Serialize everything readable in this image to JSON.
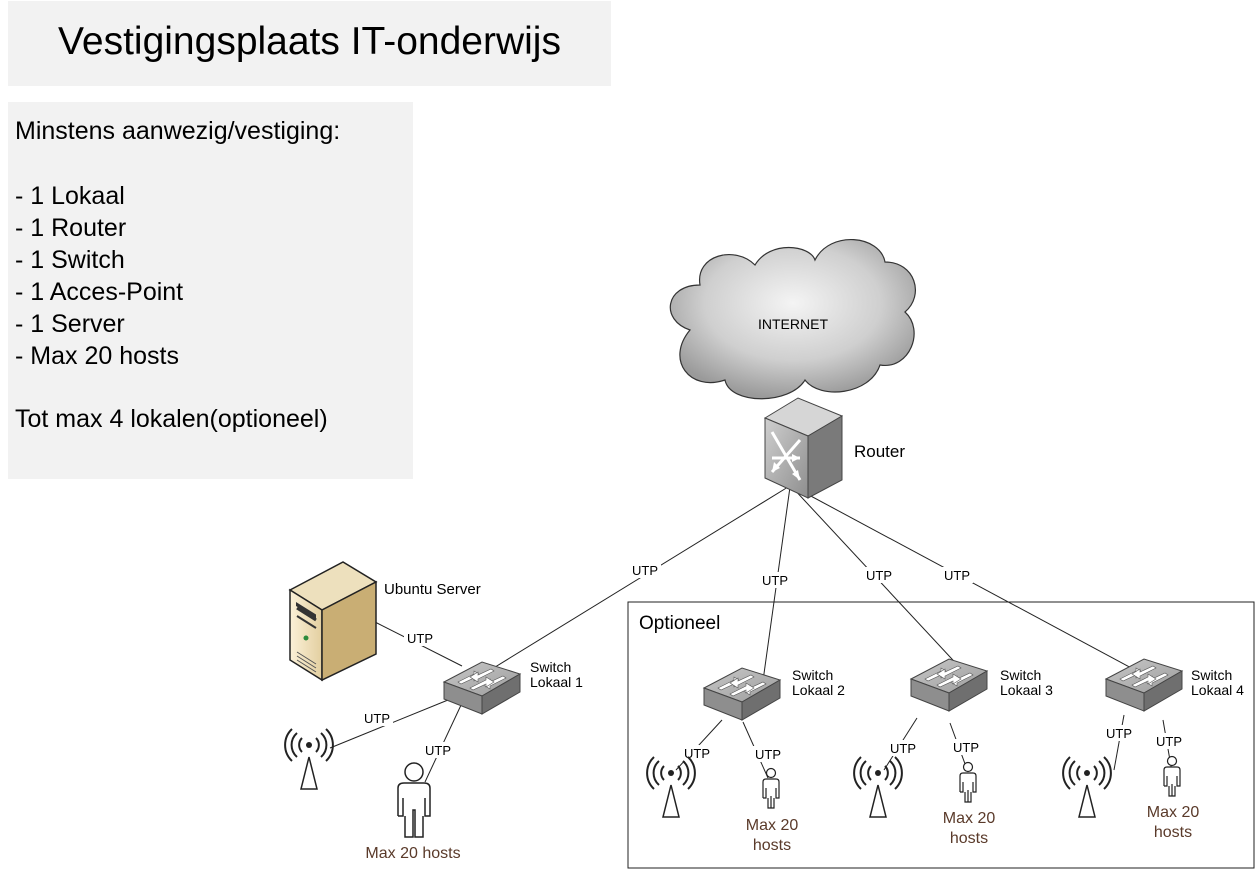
{
  "title": "Vestigingsplaats IT-onderwijs",
  "requirements": {
    "heading": "Minstens aanwezig/vestiging:",
    "items": [
      "- 1 Lokaal",
      "- 1 Router",
      "- 1 Switch",
      "- 1 Acces-Point",
      "- 1 Server",
      "- Max 20 hosts"
    ],
    "footer": "Tot max 4 lokalen(optioneel)"
  },
  "diagram": {
    "internet_label": "INTERNET",
    "router_label": "Router",
    "server_label": "Ubuntu Server",
    "optional_label": "Optioneel",
    "link_label": "UTP",
    "switches": [
      {
        "line1": "Switch",
        "line2": "Lokaal 1"
      },
      {
        "line1": "Switch",
        "line2": "Lokaal 2"
      },
      {
        "line1": "Switch",
        "line2": "Lokaal 3"
      },
      {
        "line1": "Switch",
        "line2": "Lokaal 4"
      }
    ],
    "hosts": [
      {
        "line1": "Max 20 hosts",
        "line2": ""
      },
      {
        "line1": "Max 20",
        "line2": "hosts"
      },
      {
        "line1": "Max 20",
        "line2": "hosts"
      },
      {
        "line1": "Max 20",
        "line2": "hosts"
      }
    ],
    "colors": {
      "host_label": "#5a3a2a",
      "panel": "#f2f2f2"
    },
    "icons": [
      "cloud-icon",
      "router-icon",
      "server-icon",
      "switch-icon",
      "access-point-icon",
      "user-icon"
    ]
  }
}
